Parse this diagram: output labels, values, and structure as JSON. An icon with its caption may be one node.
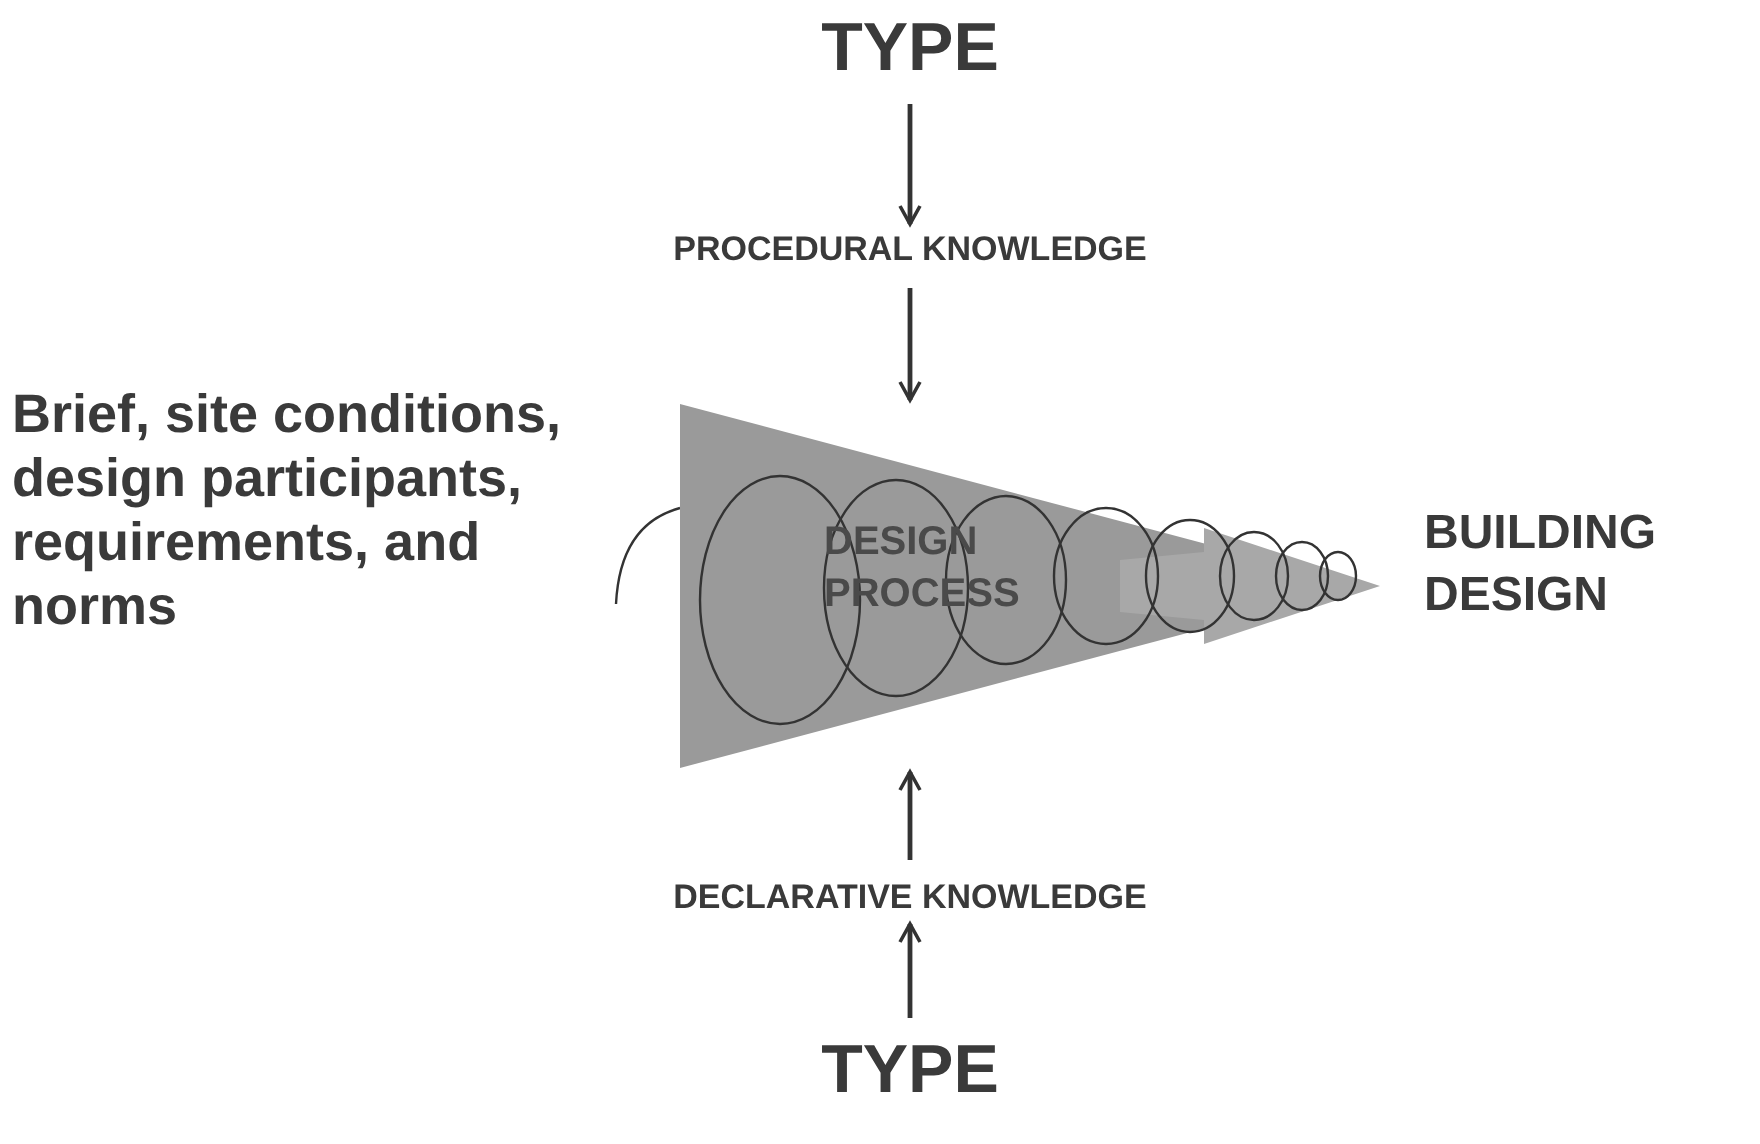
{
  "diagram": {
    "nodes": [
      {
        "text": [
          "TYPE"
        ]
      },
      {
        "text": [
          "PROCEDURAL KNOWLEDGE"
        ]
      },
      {
        "text": [
          "Brief, site conditions, design participants, requirements, and norms"
        ]
      },
      {
        "text": [
          "DESIGN PROCESS"
        ]
      },
      {
        "text": [
          "BUILDING DESIGN"
        ]
      },
      {
        "text": [
          "DECLARATIVE KNOWLEDGE"
        ]
      },
      {
        "text": [
          "TYPE"
        ]
      }
    ],
    "edges": [
      {
        "from": 0,
        "to": 1,
        "arrow": "to"
      },
      {
        "from": 1,
        "to": 3,
        "arrow": "to"
      },
      {
        "from": 2,
        "to": 3,
        "arrow": "none"
      },
      {
        "from": 5,
        "to": 3,
        "arrow": "to"
      },
      {
        "from": 6,
        "to": 5,
        "arrow": "to"
      }
    ]
  }
}
